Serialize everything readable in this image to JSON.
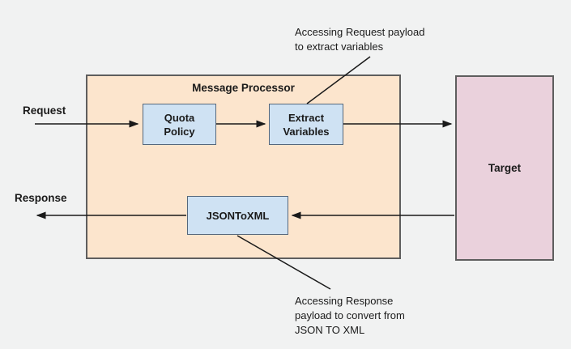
{
  "colors": {
    "canvas_bg": "#f1f2f2",
    "processor_fill": "#fce5cd",
    "policy_fill": "#cfe2f3",
    "target_fill": "#ead1dc",
    "border_dark": "#4d4d4d",
    "line_color": "#1a1a1a"
  },
  "flow_labels": {
    "request": "Request",
    "response": "Response"
  },
  "processor": {
    "title": "Message Processor"
  },
  "nodes": {
    "quota_policy": {
      "lines": [
        "Quota",
        "Policy"
      ]
    },
    "extract_variables": {
      "lines": [
        "Extract",
        "Variables"
      ]
    },
    "json_to_xml": {
      "label": "JSONToXML"
    }
  },
  "target": {
    "label": "Target"
  },
  "annotations": {
    "top": {
      "lines": [
        "Accessing Request payload",
        "to extract variables"
      ]
    },
    "bottom": {
      "lines": [
        "Accessing Response",
        "payload to convert from",
        "JSON TO XML"
      ]
    }
  }
}
